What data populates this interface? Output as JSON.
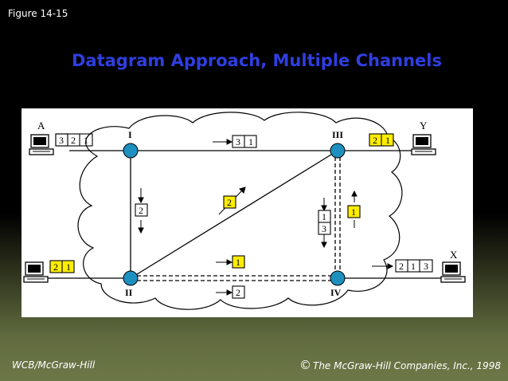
{
  "figure_label": "Figure 14-15",
  "title": "Datagram Approach, Multiple Channels",
  "footer": {
    "left": "WCB/McGraw-Hill",
    "copyright_symbol": "©",
    "right": "The McGraw-Hill Companies, Inc., 1998"
  },
  "diagram": {
    "hosts": {
      "A": "A",
      "Y": "Y",
      "X": "X"
    },
    "nodes": {
      "I": "I",
      "II": "II",
      "III": "III",
      "IV": "IV"
    },
    "packets": {
      "at_A": [
        "3",
        "2",
        "1"
      ],
      "I_to_III": [
        "3",
        "1"
      ],
      "at_Y": [
        "2",
        "1"
      ],
      "I_to_II": [
        "2"
      ],
      "II_to_III": [
        "2"
      ],
      "IV_to_III_down": [
        "1",
        "3"
      ],
      "IV_to_III_up": [
        "1"
      ],
      "left_host": [
        "2",
        "1"
      ],
      "II_to_IV_top": [
        "1"
      ],
      "II_to_IV_bottom": [
        "2"
      ],
      "at_X": [
        "2",
        "1",
        "3"
      ]
    },
    "colors": {
      "node": "#1e90c0",
      "packet_highlight": "#ffee00",
      "packet_plain": "#ffffff",
      "link": "#000000"
    }
  }
}
